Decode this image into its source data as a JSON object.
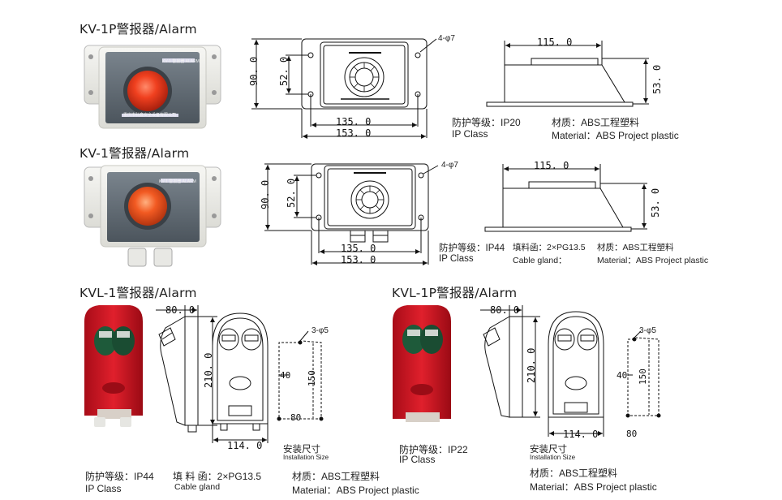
{
  "titles": {
    "kv1p": "KV-1P警报器/Alarm",
    "kv1": "KV-1警报器/Alarm",
    "kvl1": "KVL-1警报器/Alarm",
    "kvl1p": "KVL-1P警报器/Alarm"
  },
  "kv1p": {
    "dim_width_inner": "135. 0",
    "dim_width_outer": "153. 0",
    "dim_height_outer": "90. 0",
    "dim_height_inner": "52. 0",
    "holes": "4-φ7",
    "side_width": "115. 0",
    "side_height": "53. 0",
    "protection_label": "防护等级：IP20",
    "protection_en": "IP Class",
    "material_cn": "材质：ABS工程塑料",
    "material_en": "Material：ABS Project plastic",
    "device_label": "KV-1 警报器 ALARM",
    "maker": "重庆市科鑫安全设备有限公司"
  },
  "kv1": {
    "dim_width_inner": "135. 0",
    "dim_width_outer": "153. 0",
    "dim_height_outer": "90. 0",
    "dim_height_inner": "52. 0",
    "holes": "4-φ7",
    "side_width": "115. 0",
    "side_height": "53. 0",
    "protection_label": "防护等级：IP44",
    "protection_en": "IP Class",
    "cable_cn": "填料函：2×PG13.5",
    "cable_en": "Cable gland：",
    "material_cn": "材质：ABS工程塑料",
    "material_en": "Material：ABS Project plastic",
    "device_label": "KV-1 警报器 ALARM"
  },
  "kvl1": {
    "dim_top": "80. 0",
    "dim_height": "210. 0",
    "dim_bottom": "114. 0",
    "holes": "3-φ5",
    "install_w": "40",
    "install_h": "150",
    "install_b": "80",
    "install_cn": "安装尺寸",
    "install_en": "Installation Size",
    "protection_label": "防护等级：IP44",
    "protection_en": "IP Class",
    "cable_cn": "填 料 函：2×PG13.5",
    "cable_en": "Cable gland",
    "material_cn": "材质：ABS工程塑料",
    "material_en": "Material：ABS Project plastic"
  },
  "kvl1p": {
    "dim_top": "80. 0",
    "dim_height": "210. 0",
    "dim_bottom": "114. 0",
    "holes": "3-φ5",
    "install_w": "40",
    "install_h": "150",
    "install_b": "80",
    "install_cn": "安装尺寸",
    "install_en": "Installation Size",
    "protection_label": "防护等级：IP22",
    "protection_en": "IP Class",
    "material_cn": "材质：ABS工程塑料",
    "material_en": "Material：ABS Project plastic"
  },
  "colors": {
    "lamp_red": "#e0301e",
    "body_red": "#c8101e",
    "panel_gray": "#5d6770",
    "case_white": "#f0f0ec"
  }
}
